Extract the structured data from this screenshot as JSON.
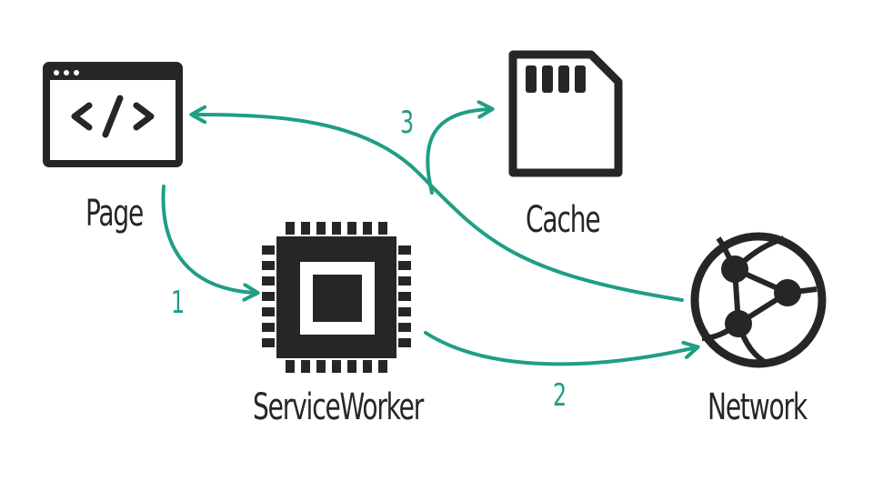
{
  "nodes": {
    "page": {
      "label": "Page",
      "icon": "code-window-icon"
    },
    "service_worker": {
      "label": "ServiceWorker",
      "icon": "cpu-chip-icon"
    },
    "cache": {
      "label": "Cache",
      "icon": "sd-card-icon"
    },
    "network": {
      "label": "Network",
      "icon": "globe-network-icon"
    }
  },
  "steps": {
    "one": "1",
    "two": "2",
    "three": "3"
  },
  "colors": {
    "arrow": "#1f9e84",
    "icon": "#262626"
  }
}
